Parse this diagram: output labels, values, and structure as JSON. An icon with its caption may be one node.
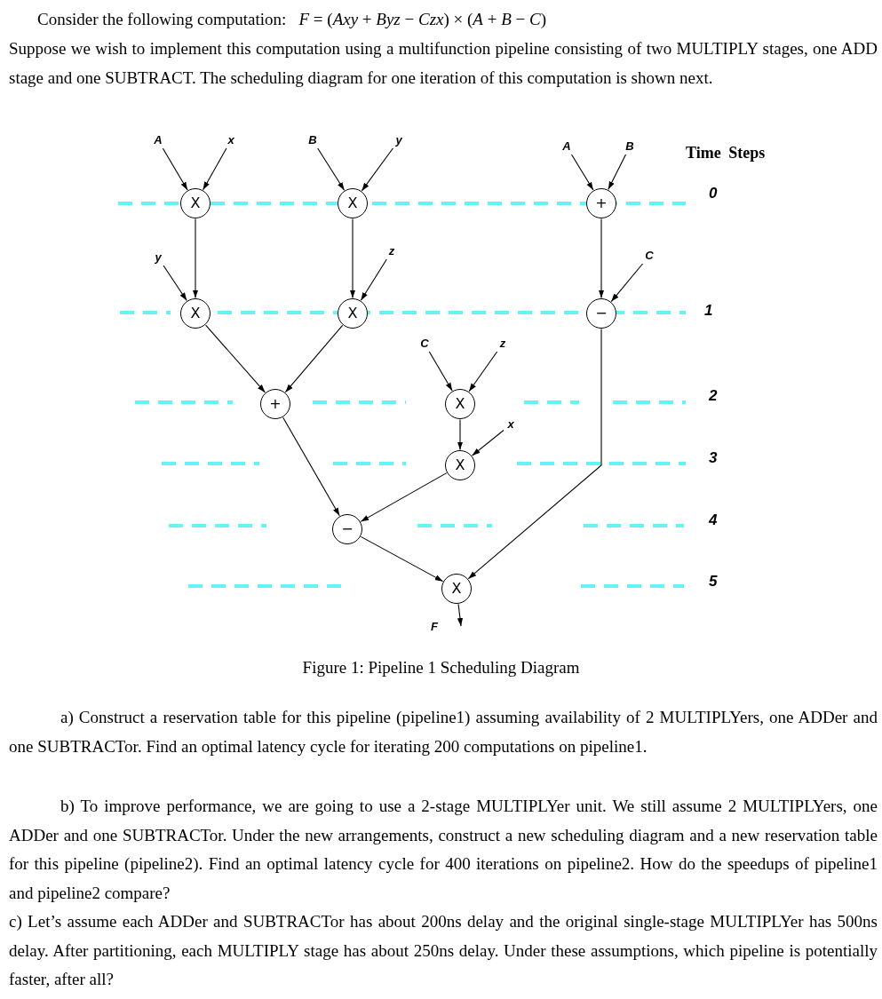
{
  "diagram": {
    "caption": "Figure 1: Pipeline 1 Scheduling Diagram",
    "nodes": [
      {
        "text": [
          "A"
        ]
      },
      {
        "text": [
          "x"
        ]
      },
      {
        "text": [
          "B"
        ]
      },
      {
        "text": [
          "y"
        ]
      },
      {
        "text": [
          "A"
        ]
      },
      {
        "text": [
          "B"
        ]
      },
      {
        "text": [
          "X"
        ]
      },
      {
        "text": [
          "X"
        ]
      },
      {
        "text": [
          "+"
        ]
      },
      {
        "text": [
          "y"
        ]
      },
      {
        "text": [
          "z"
        ]
      },
      {
        "text": [
          "C"
        ]
      },
      {
        "text": [
          "X"
        ]
      },
      {
        "text": [
          "X"
        ]
      },
      {
        "text": [
          "−"
        ]
      },
      {
        "text": [
          "C"
        ]
      },
      {
        "text": [
          "z"
        ]
      },
      {
        "text": [
          "+"
        ]
      },
      {
        "text": [
          "X"
        ]
      },
      {
        "text": [
          "x"
        ]
      },
      {
        "text": [
          "X"
        ]
      },
      {
        "text": [
          "−"
        ]
      },
      {
        "text": [
          "X"
        ]
      }
    ],
    "edges": [
      {
        "from": 0,
        "to": 6,
        "arrow": "to"
      },
      {
        "from": 1,
        "to": 6,
        "arrow": "to"
      },
      {
        "from": 2,
        "to": 7,
        "arrow": "to"
      },
      {
        "from": 3,
        "to": 7,
        "arrow": "to"
      },
      {
        "from": 4,
        "to": 8,
        "arrow": "to"
      },
      {
        "from": 5,
        "to": 8,
        "arrow": "to"
      },
      {
        "from": 6,
        "to": 12,
        "arrow": "to"
      },
      {
        "from": 9,
        "to": 12,
        "arrow": "to"
      },
      {
        "from": 7,
        "to": 13,
        "arrow": "to"
      },
      {
        "from": 10,
        "to": 13,
        "arrow": "to"
      },
      {
        "from": 8,
        "to": 14,
        "arrow": "to"
      },
      {
        "from": 11,
        "to": 14,
        "arrow": "to"
      },
      {
        "from": 12,
        "to": 17,
        "arrow": "to"
      },
      {
        "from": 13,
        "to": 17,
        "arrow": "to"
      },
      {
        "from": 15,
        "to": 18,
        "arrow": "to"
      },
      {
        "from": 16,
        "to": 18,
        "arrow": "to"
      },
      {
        "from": 18,
        "to": 20,
        "arrow": "to"
      },
      {
        "from": 19,
        "to": 20,
        "arrow": "to"
      },
      {
        "from": 17,
        "to": 21,
        "arrow": "to"
      },
      {
        "from": 20,
        "to": 21,
        "arrow": "to"
      },
      {
        "from": 14,
        "to": 22,
        "arrow": "to"
      },
      {
        "from": 21,
        "to": 22,
        "arrow": "to"
      },
      {
        "from": 22,
        "to": null,
        "arrow": "to",
        "label": "F"
      }
    ],
    "labels": [
      "Consider the following computation:   *F* = (*Axy* + *Byz* − *Czx*) × (*A* + *B* − *C*)",
      "Suppose we wish to implement this computation using a multifunction pipeline consisting of two MULTIPLY stages, one ADD stage and one SUBTRACT. The scheduling diagram for one iteration of this computation is shown next.",
      "Time Steps",
      "0",
      "1",
      "2",
      "3",
      "4",
      "5",
      "a) Construct a reservation table for this pipeline (pipeline1) assuming availability of 2 MULTIPLYers, one ADDer and one SUBTRACTor. Find an optimal latency cycle for iterating 200 computations on pipeline1.",
      "b) To improve performance, we are going to use a 2-stage MULTIPLYer unit. We still assume 2 MULTIPLYers, one ADDer and one SUBTRACTor. Under the new arrangements, construct a new scheduling diagram and a new reservation table for this pipeline (pipeline2). Find an optimal latency cycle for 400 iterations on pipeline2. How do the speedups of pipeline1 and pipeline2 compare?",
      "c) Let’s assume each ADDer and SUBTRACTor has about 200ns delay and the original single-stage MULTIPLYer has 500ns delay. After partitioning, each MULTIPLY stage has about 250ns delay. Under these assumptions, which pipeline is potentially faster, after all?"
    ]
  }
}
